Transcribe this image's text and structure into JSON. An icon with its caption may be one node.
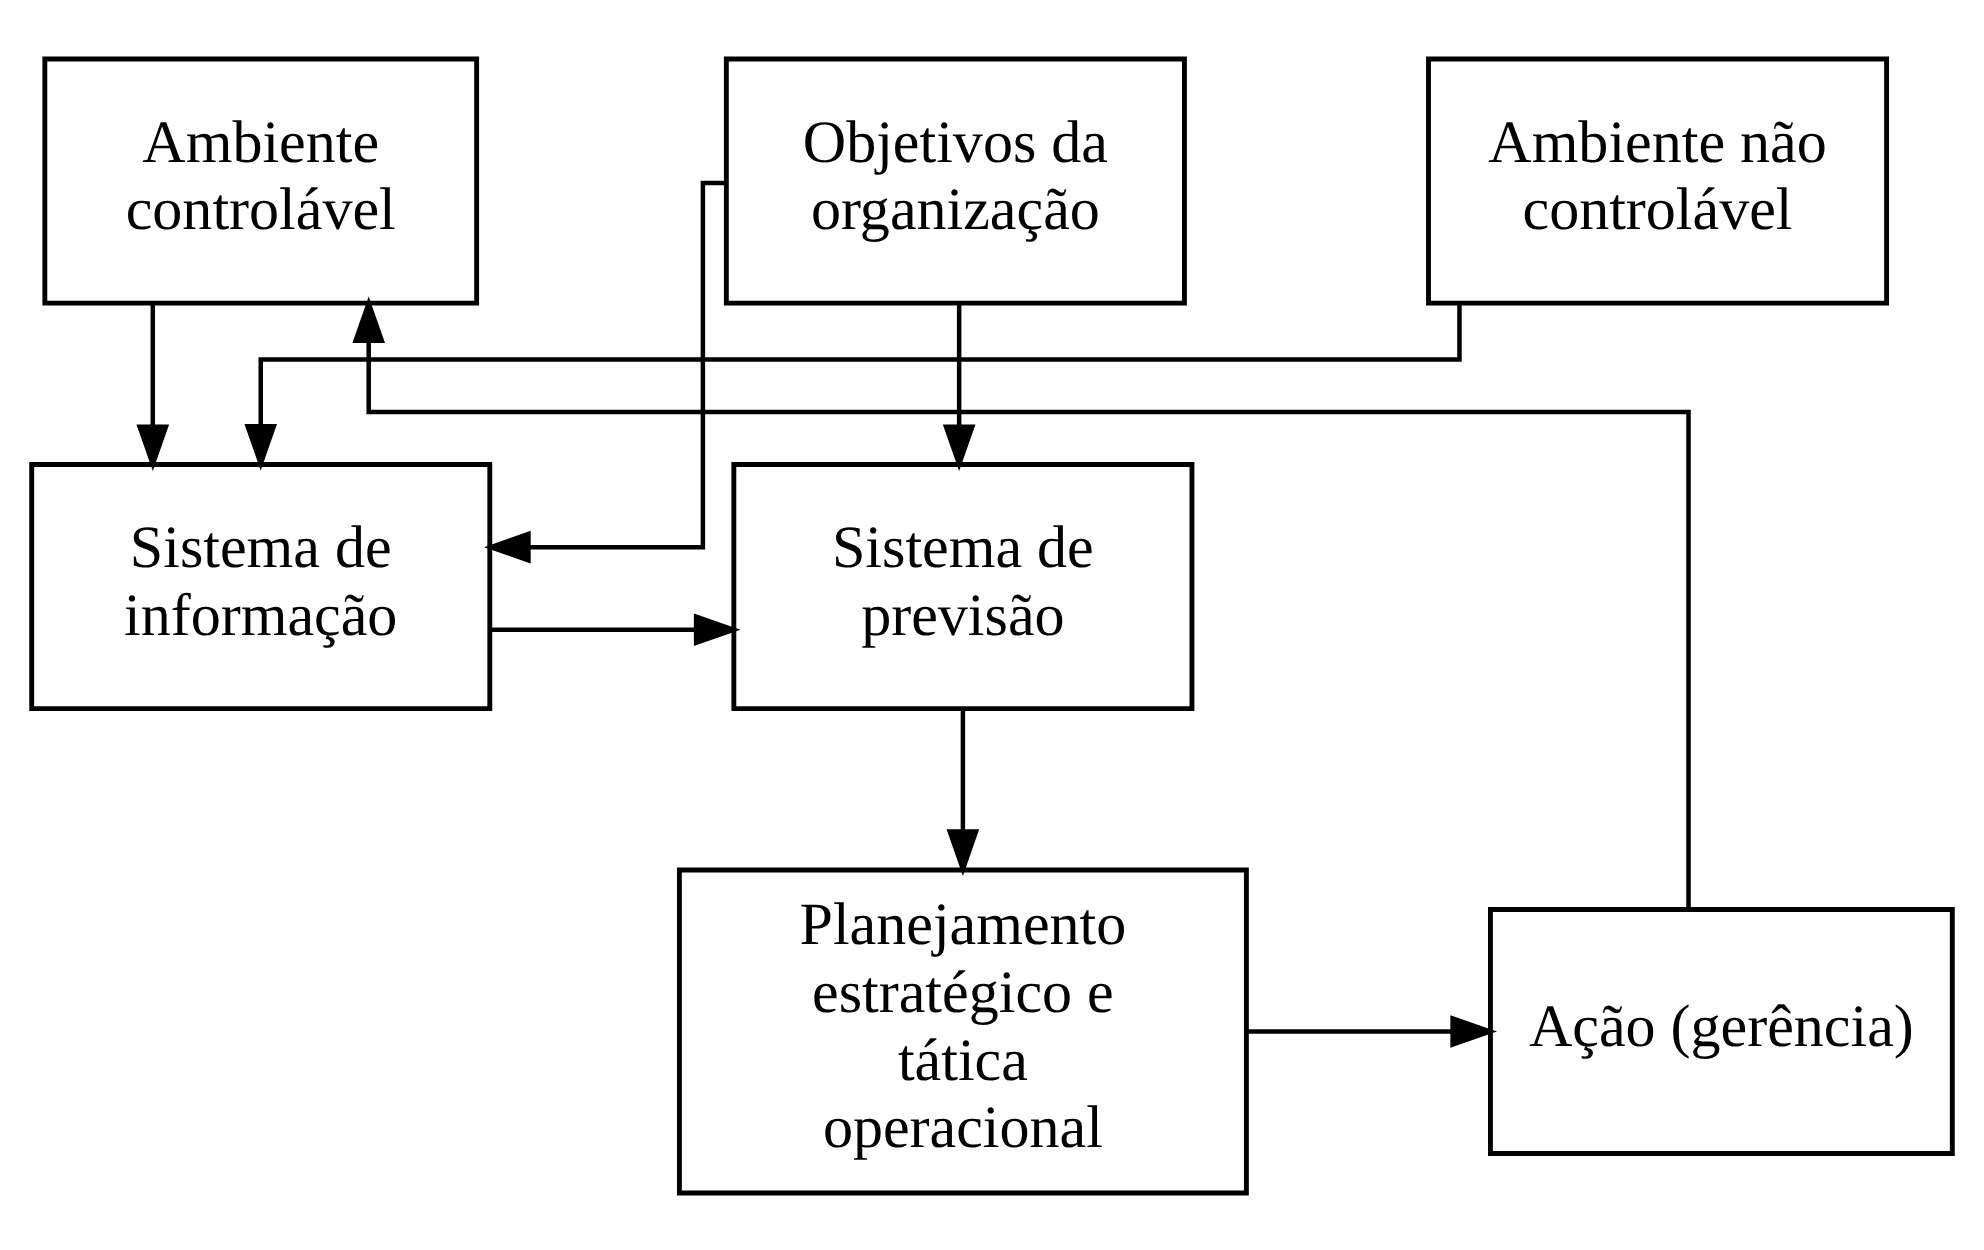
{
  "diagram": {
    "nodes": [
      {
        "text": [
          "Ambiente controlável"
        ]
      },
      {
        "text": [
          "Objetivos da organização"
        ]
      },
      {
        "text": [
          "Sistema de informação"
        ]
      },
      {
        "text": [
          "Sistema de previsão"
        ]
      },
      {
        "text": [
          "Ambiente não controlável"
        ]
      },
      {
        "text": [
          "Ação (gerência)"
        ]
      },
      {
        "text": [
          "Planejamento estratégico e tática operacional"
        ]
      }
    ],
    "edges": [
      {
        "from": 0,
        "to": 2,
        "arrow": "to"
      },
      {
        "from": 1,
        "to": 2,
        "arrow": "to"
      },
      {
        "from": 1,
        "to": 3,
        "arrow": "to"
      },
      {
        "from": 2,
        "to": 3,
        "arrow": "to"
      },
      {
        "from": 4,
        "to": 2,
        "arrow": "to"
      },
      {
        "from": 3,
        "to": 6,
        "arrow": "to"
      },
      {
        "from": 6,
        "to": 5,
        "arrow": "to"
      },
      {
        "from": 5,
        "to": 0,
        "arrow": "to"
      }
    ]
  }
}
